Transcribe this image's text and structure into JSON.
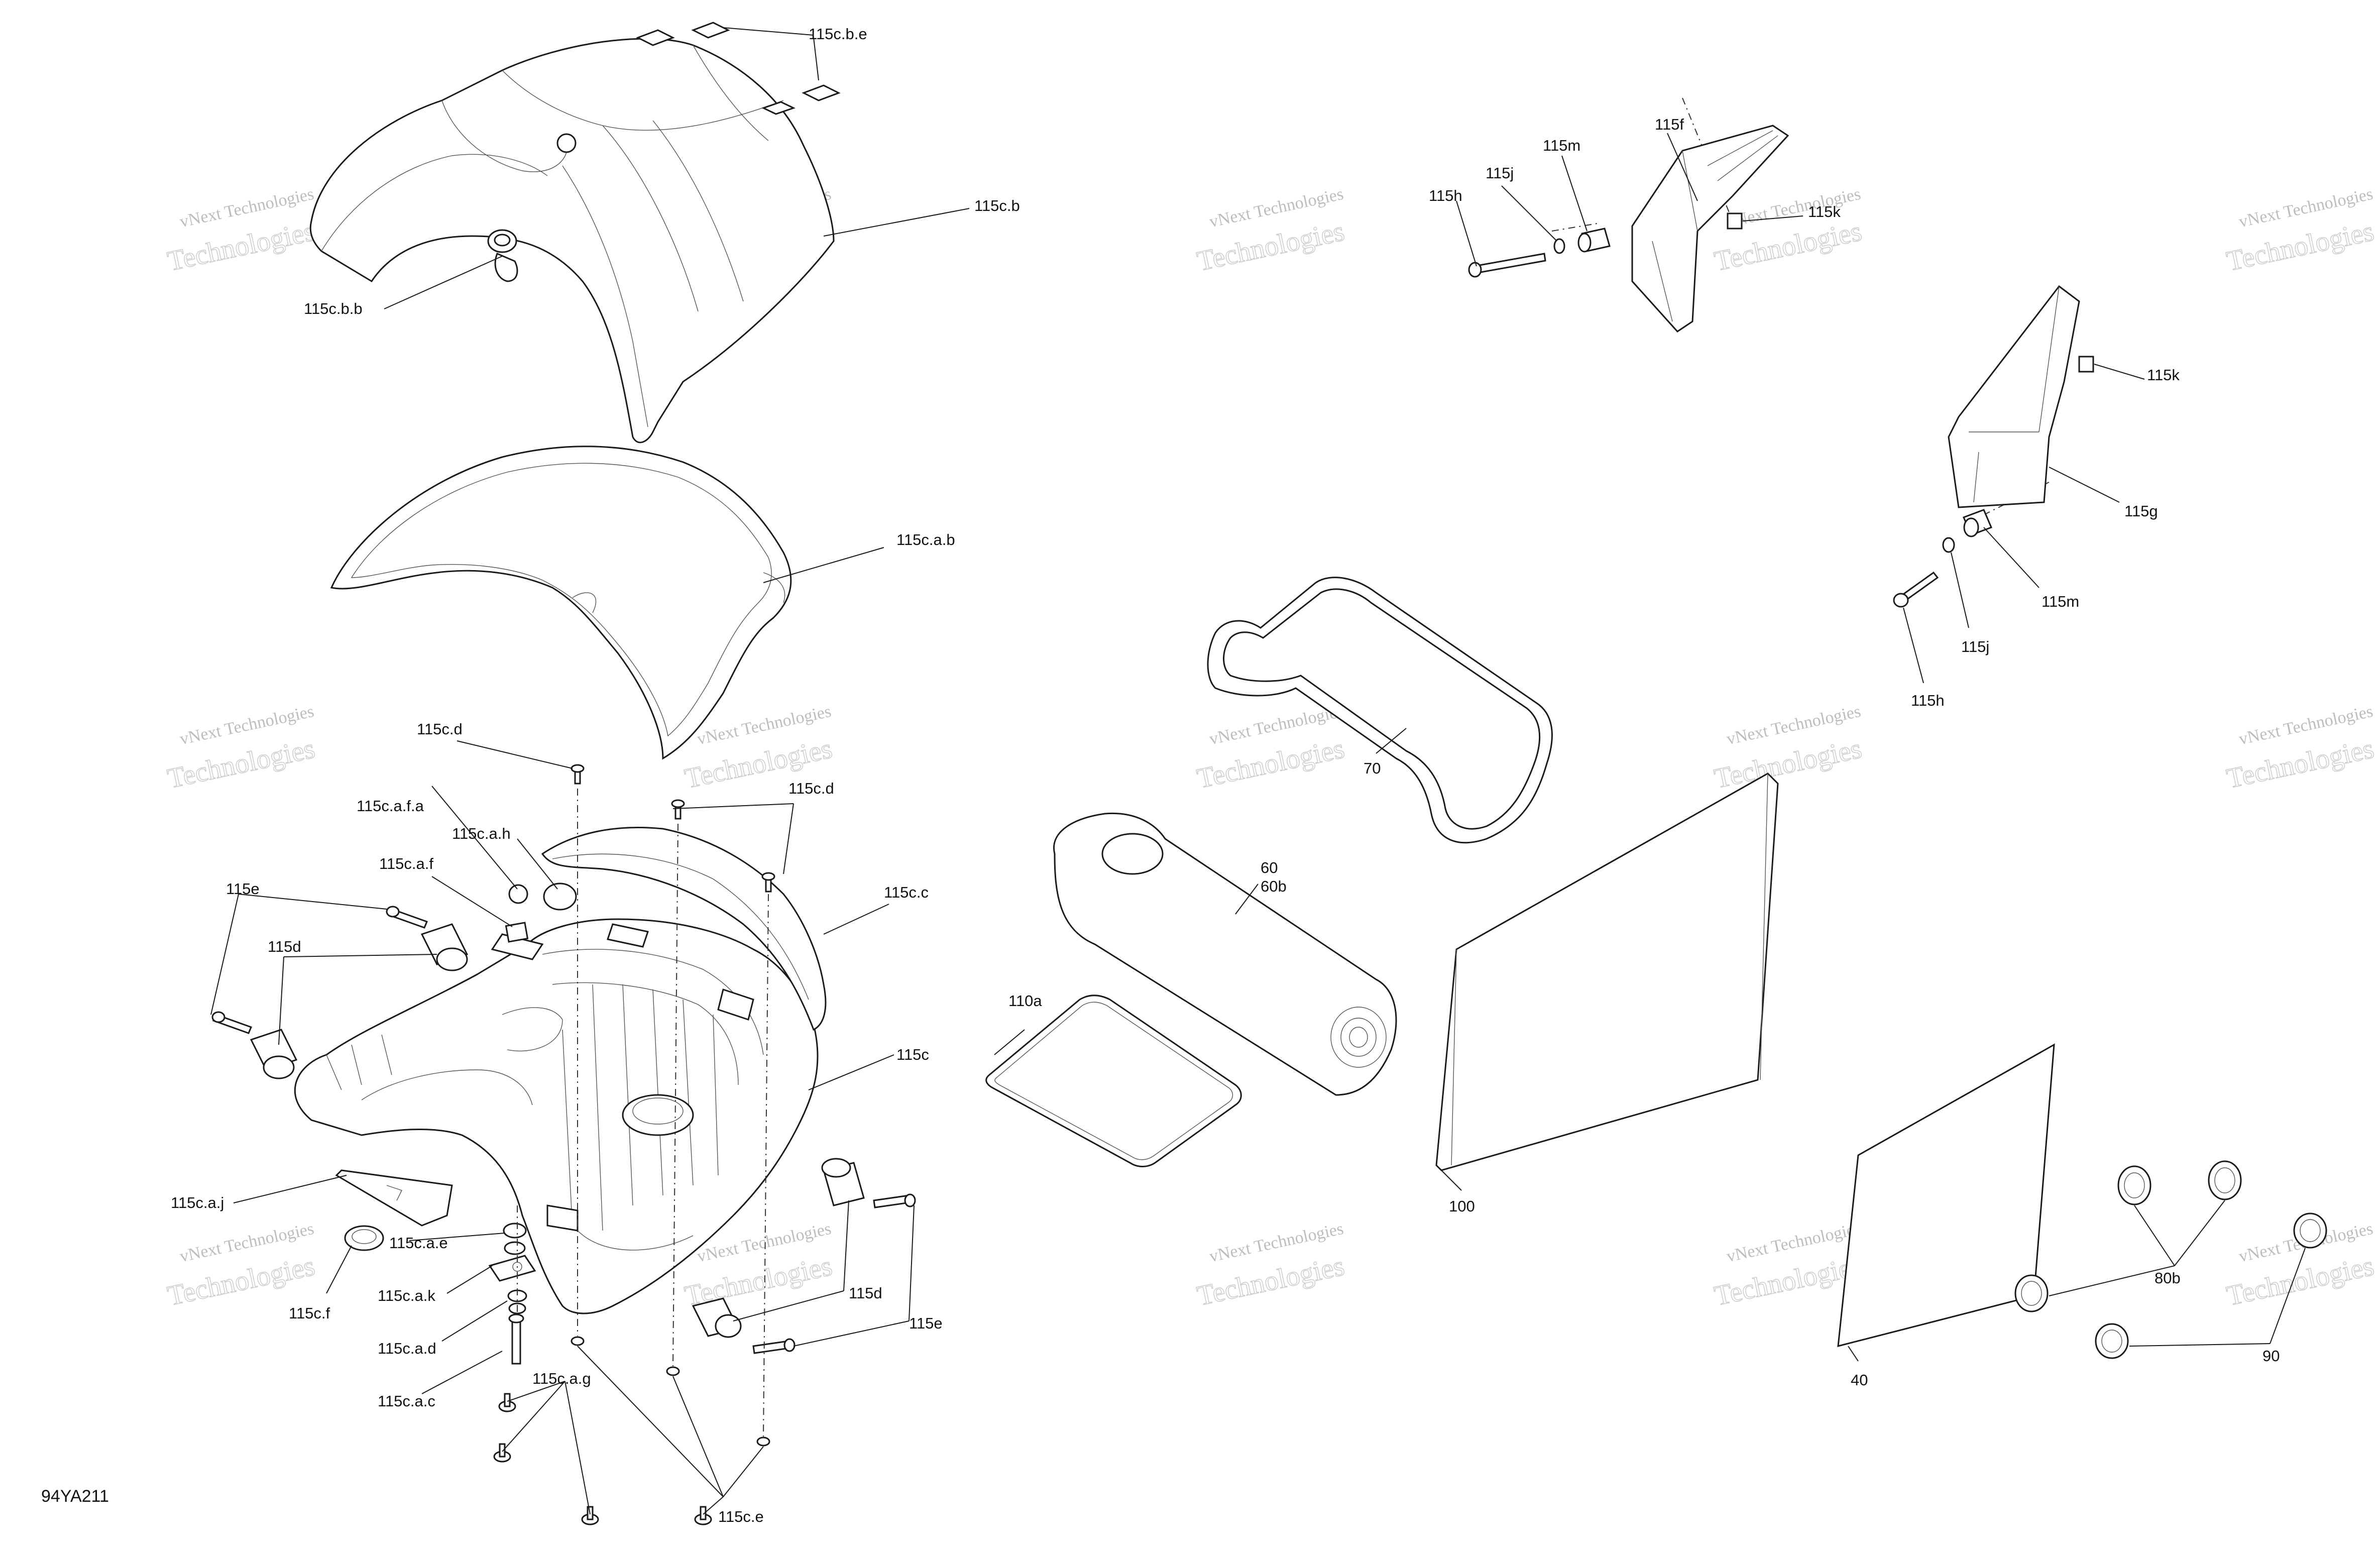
{
  "diagram": {
    "code": "94YA211",
    "watermark": {
      "line1": "vNext Technologies",
      "line2": "vNext Technologies",
      "line3": "Technologies"
    },
    "callouts": {
      "c115cbe": "115c.b.e",
      "c115cb": "115c.b",
      "c115cbb": "115c.b.b",
      "c115cab": "115c.a.b",
      "c115cd1": "115c.d",
      "c115cd2": "115c.d",
      "c115cafa": "115c.a.f.a",
      "c115cah": "115c.a.h",
      "c115caf": "115c.a.f",
      "c115e1": "115e",
      "c115d1": "115d",
      "c115cc": "115c.c",
      "c115c": "115c",
      "c115caj": "115c.a.j",
      "c115cae": "115c.a.e",
      "c115f": "115c.f",
      "c115cak": "115c.a.k",
      "c115cad": "115c.a.d",
      "c115cac": "115c.a.c",
      "c115cag": "115c.a.g",
      "c115ce": "115c.e",
      "c115d2": "115d",
      "c115e2": "115e",
      "c115h1": "115h",
      "c115j1": "115j",
      "c115m1": "115m",
      "c115f1": "115f",
      "c115k1": "115k",
      "c115k2": "115k",
      "c115g": "115g",
      "c115m2": "115m",
      "c115j2": "115j",
      "c115h2": "115h",
      "c70": "70",
      "c60": "60",
      "c60b": "60b",
      "c110a": "110a",
      "c100": "100",
      "c40": "40",
      "c80b": "80b",
      "c90": "90"
    }
  }
}
